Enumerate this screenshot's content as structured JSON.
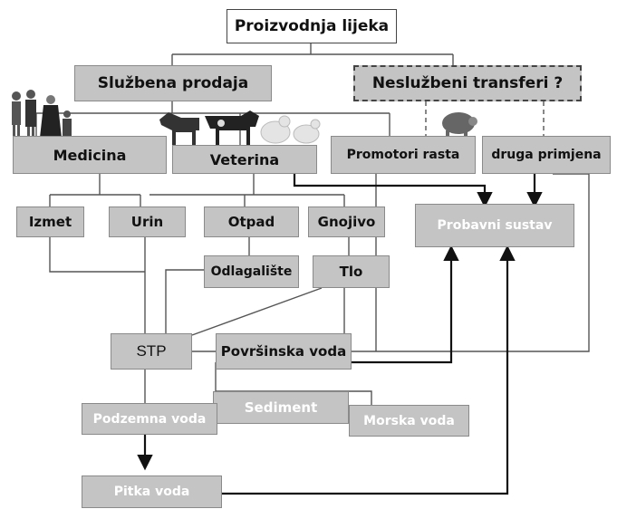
{
  "nodes": {
    "root": "Proizvodnja lijeka",
    "official_sale": "Službena prodaja",
    "unofficial": "Neslužbeni transferi ?",
    "medicine": "Medicina",
    "veterinary": "Veterina",
    "growth": "Promotori rasta",
    "other_use": "druga primjena",
    "feces": "Izmet",
    "urine": "Urin",
    "waste": "Otpad",
    "manure": "Gnojivo",
    "digestive": "Probavni sustav",
    "landfill": "Odlagalište",
    "soil": "Tlo",
    "stp": "STP",
    "surface": "Površinska voda",
    "sediment": "Sediment",
    "ground": "Podzemna voda",
    "sea": "Morska voda",
    "drinking": "Pitka voda"
  },
  "colors": {
    "box_fill": "#c4c4c4",
    "line": "#555555",
    "arrow": "#111111"
  }
}
